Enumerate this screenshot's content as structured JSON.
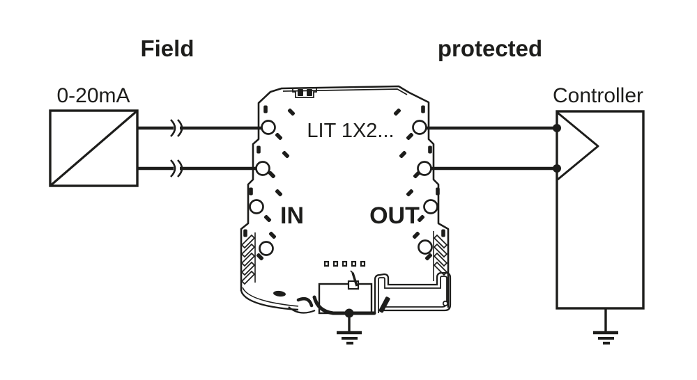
{
  "zones": {
    "field_label": "Field",
    "protected_label": "protected"
  },
  "field_device": {
    "label": "0-20mA"
  },
  "module": {
    "label": "LIT 1X2...",
    "in_label": "IN",
    "out_label": "OUT"
  },
  "controller": {
    "label": "Controller"
  },
  "colors": {
    "line": "#1d1d1b",
    "background": "#ffffff"
  }
}
